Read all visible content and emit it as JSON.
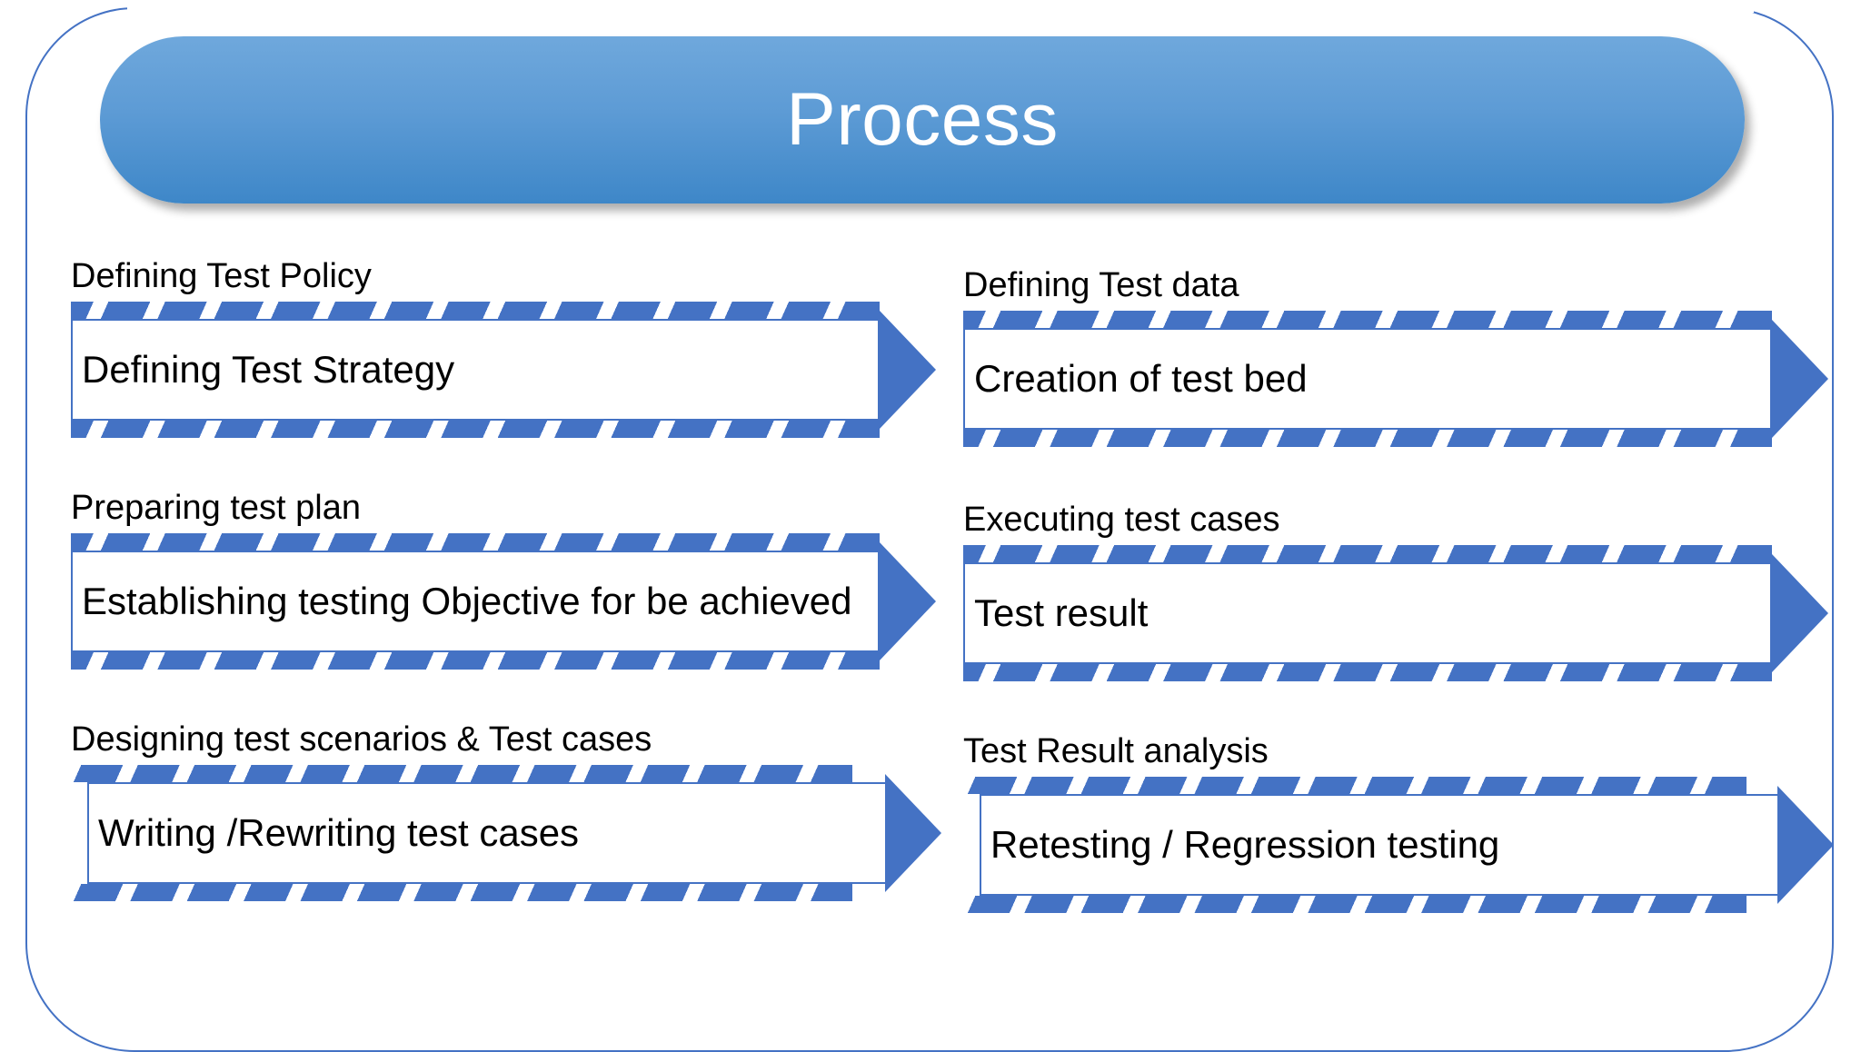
{
  "slide": {
    "title": "Process",
    "accent_color": "#4472C4",
    "banner_gradient_top": "#6FA8DC",
    "banner_gradient_bottom": "#3E87C8",
    "background_color": "#FFFFFF",
    "frame_border_color": "#4472C4"
  },
  "columns": {
    "left": [
      {
        "caption": "Defining Test Policy",
        "body": "Defining Test Strategy"
      },
      {
        "caption": "Preparing test plan",
        "body": "Establishing testing Objective for be achieved"
      },
      {
        "caption": "Designing test scenarios & Test cases",
        "body": "Writing /Rewriting test cases"
      }
    ],
    "right": [
      {
        "caption": "Defining Test data",
        "body": "Creation of test bed"
      },
      {
        "caption": "Executing test cases",
        "body": "Test result"
      },
      {
        "caption": "Test Result analysis",
        "body": "Retesting / Regression testing"
      }
    ]
  }
}
